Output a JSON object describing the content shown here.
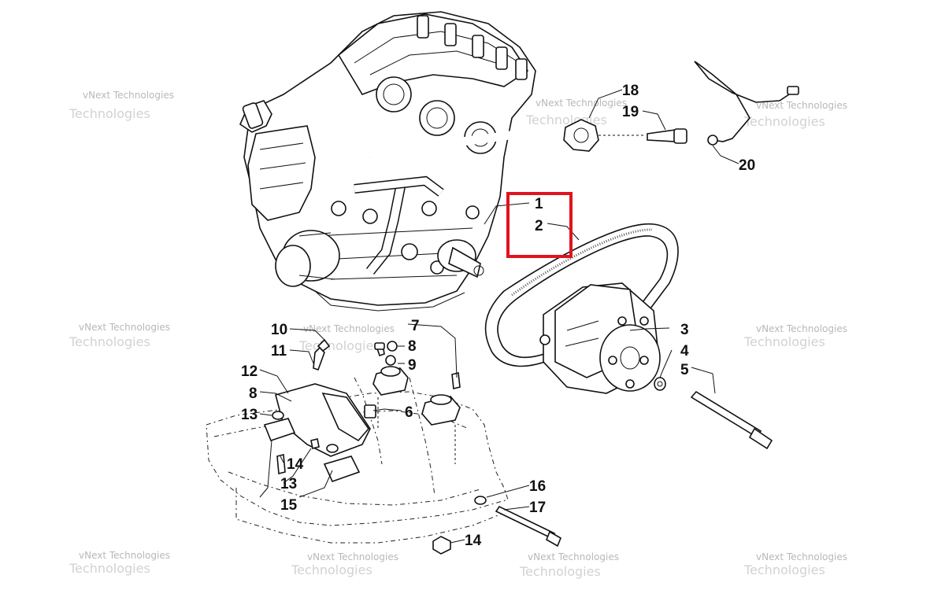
{
  "watermark": {
    "line1": "vNext Technologies",
    "line2": "Technologies"
  },
  "callouts": {
    "c1": "1",
    "c2": "2",
    "c3": "3",
    "c4": "4",
    "c5": "5",
    "c6": "6",
    "c7": "7",
    "c8a": "8",
    "c8b": "8",
    "c9": "9",
    "c10": "10",
    "c11": "11",
    "c12": "12",
    "c13a": "13",
    "c13b": "13",
    "c14a": "14",
    "c14b": "14",
    "c15": "15",
    "c16": "16",
    "c17": "17",
    "c18": "18",
    "c19": "19",
    "c20": "20"
  },
  "highlight": {
    "color": "#e0141e"
  }
}
